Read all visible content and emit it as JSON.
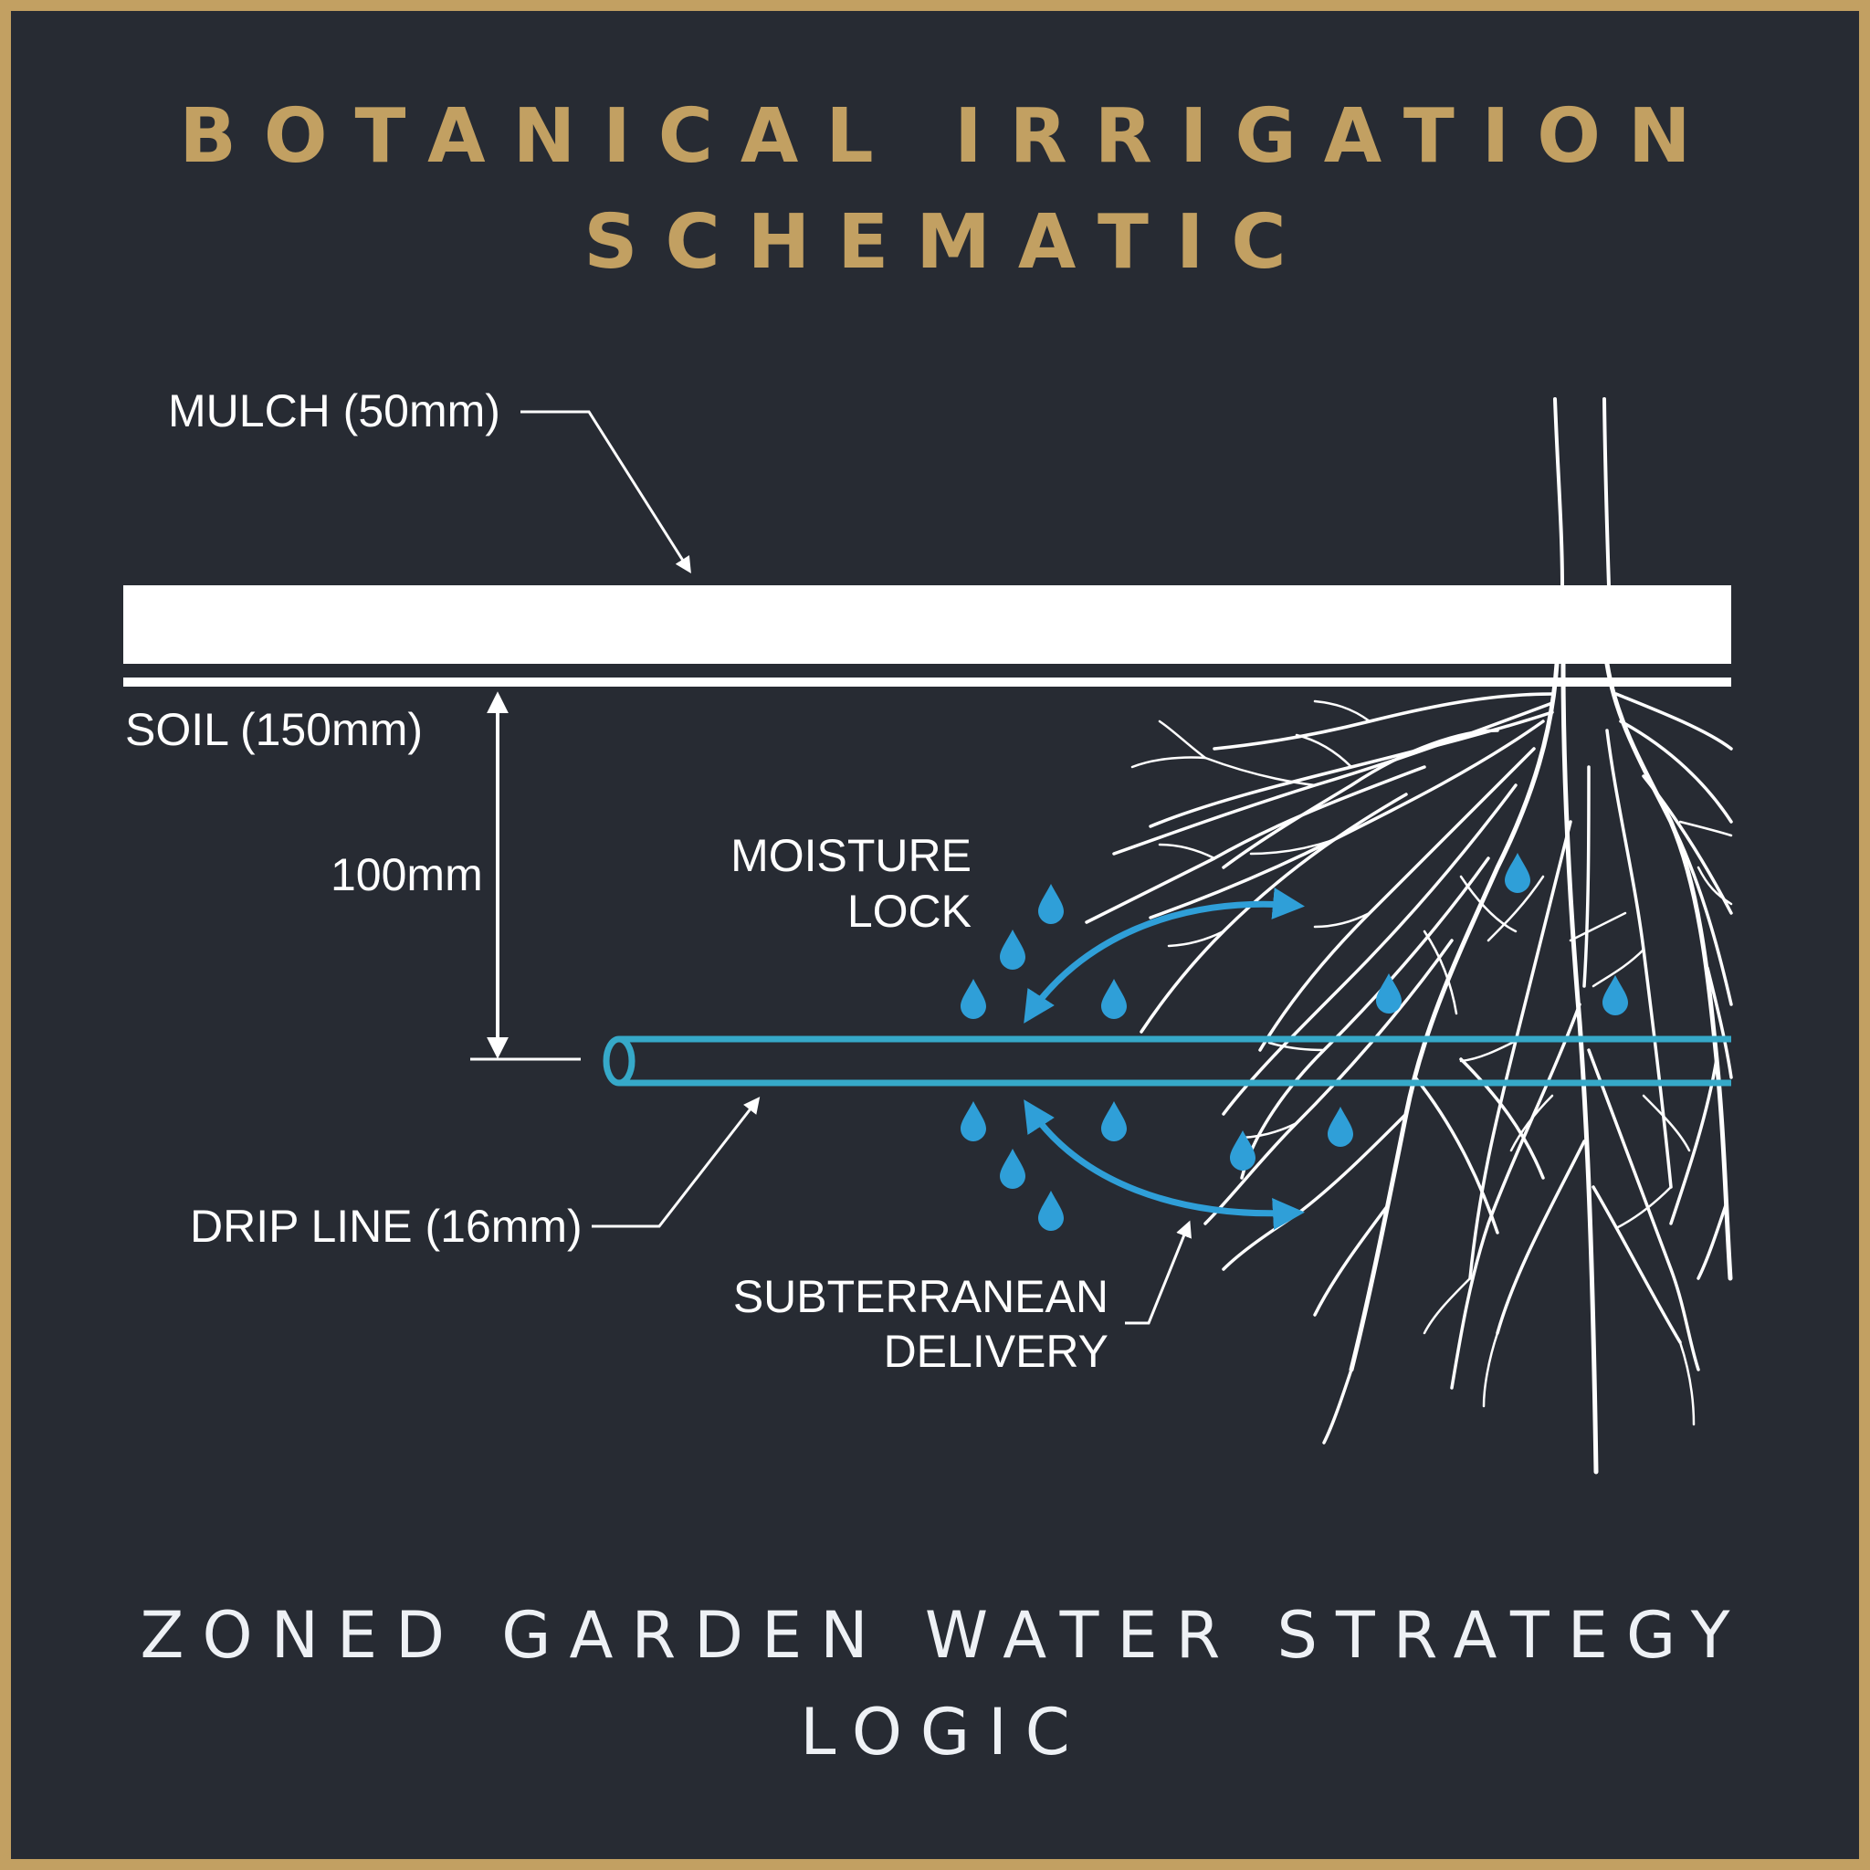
{
  "header": {
    "title_line1": "BOTANICAL IRRIGATION",
    "title_line2": "SCHEMATIC"
  },
  "labels": {
    "mulch": "MULCH (50mm)",
    "soil": "SOIL (150mm)",
    "depth": "100mm",
    "moisture_line1": "MOISTURE",
    "moisture_line2": "LOCK",
    "drip_line": "DRIP LINE (16mm)",
    "delivery_line1": "SUBTERRANEAN",
    "delivery_line2": "DELIVERY"
  },
  "footer": {
    "line1": "ZONED GARDEN WATER STRATEGY",
    "line2": "LOGIC"
  },
  "colors": {
    "background": "#272b33",
    "frame": "#c2a062",
    "title": "#c2a062",
    "line": "#ffffff",
    "pipe": "#36a9c9",
    "water": "#2f9fd8"
  },
  "icons": [
    "water-drop-icon",
    "arrow-icon",
    "root-system-icon"
  ]
}
